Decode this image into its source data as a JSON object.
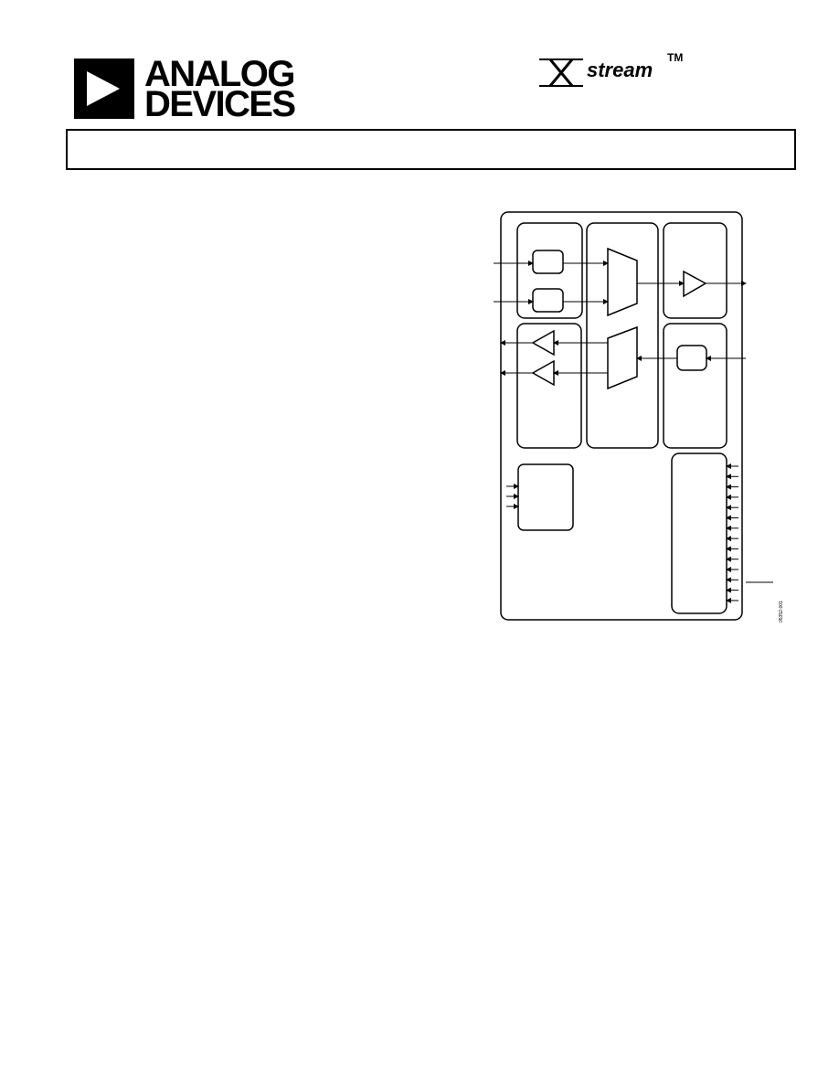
{
  "header": {
    "brand_line1": "ANALOG",
    "brand_line2": "DEVICES",
    "product_family": "stream",
    "trademark": "TM"
  },
  "title_box": {
    "text": ""
  },
  "diagram": {
    "figure_code": "05352-001"
  }
}
